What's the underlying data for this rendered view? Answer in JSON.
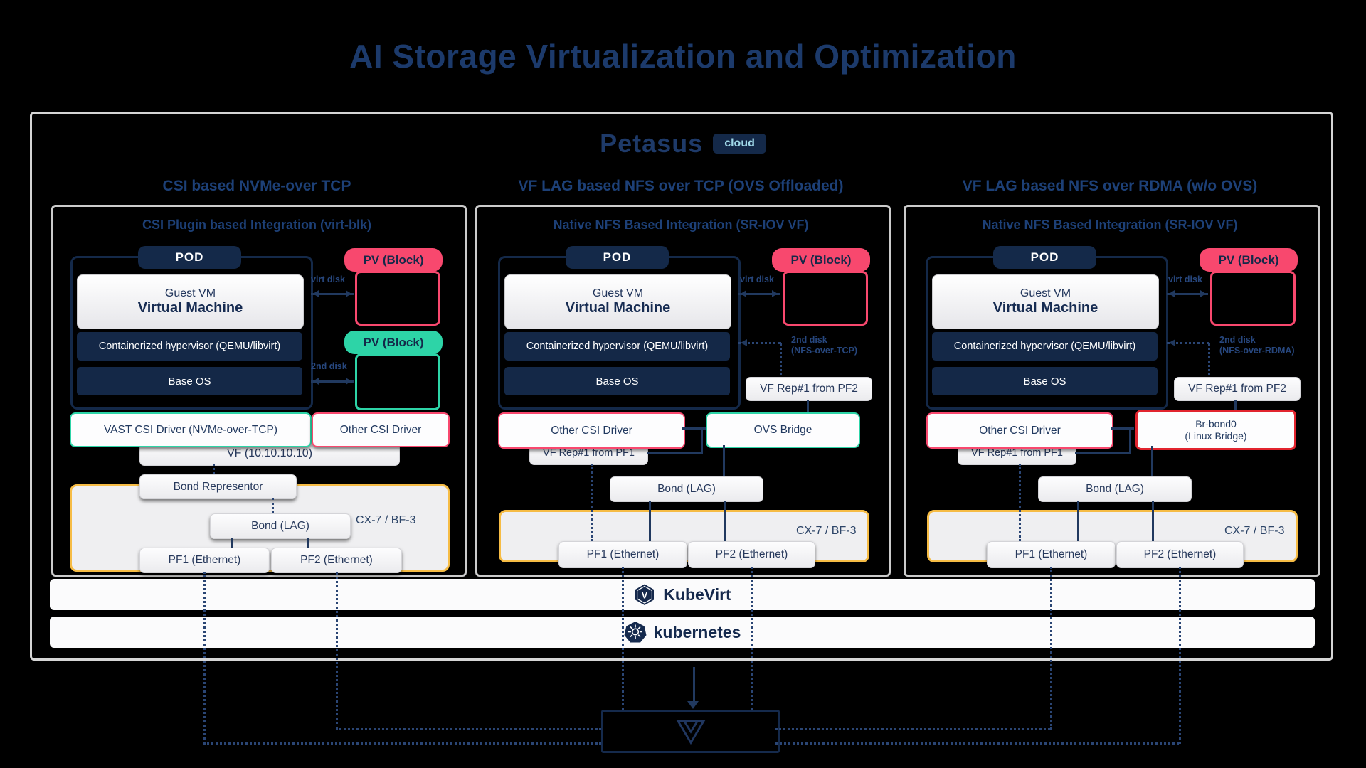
{
  "title": "AI Storage Virtualization and Optimization",
  "platform": {
    "name": "Petasus",
    "badge": "cloud"
  },
  "columns": [
    {
      "header": "CSI based NVMe-over TCP",
      "subheader": "CSI Plugin based Integration (virt-blk)",
      "pod": {
        "badge": "POD",
        "guest": "Guest VM",
        "vm": "Virtual Machine",
        "hypervisor": "Containerized hypervisor (QEMU/libvirt)",
        "base_os": "Base OS"
      },
      "pv_top": "PV (Block)",
      "pv_bottom": "PV (Block)",
      "ann_top": "virt disk",
      "ann_bottom": "2nd disk",
      "csi_main": "VAST CSI Driver (NVMe-over-TCP)",
      "csi_other": "Other CSI Driver",
      "vf": "VF (10.10.10.10)",
      "bond_rep": "Bond Representor",
      "bond": "Bond (LAG)",
      "pf1": "PF1 (Ethernet)",
      "pf2": "PF2 (Ethernet)",
      "nic": "CX-7 / BF-3"
    },
    {
      "header": "VF LAG based NFS over TCP (OVS Offloaded)",
      "subheader": "Native NFS Based Integration (SR-IOV VF)",
      "pod": {
        "badge": "POD",
        "guest": "Guest VM",
        "vm": "Virtual Machine",
        "hypervisor": "Containerized hypervisor (QEMU/libvirt)",
        "base_os": "Base OS"
      },
      "pv_top": "PV (Block)",
      "ann_top": "virt disk",
      "ann_bottom_1": "2nd disk",
      "ann_bottom_2": "(NFS-over-TCP)",
      "vf_rep_pf2": "VF Rep#1 from PF2",
      "csi_other": "Other CSI Driver",
      "bridge": "OVS Bridge",
      "vf_rep_pf1": "VF Rep#1 from PF1",
      "bond": "Bond (LAG)",
      "pf1": "PF1 (Ethernet)",
      "pf2": "PF2 (Ethernet)",
      "nic": "CX-7 / BF-3"
    },
    {
      "header": "VF LAG based NFS over RDMA (w/o OVS)",
      "subheader": "Native NFS Based Integration (SR-IOV VF)",
      "pod": {
        "badge": "POD",
        "guest": "Guest VM",
        "vm": "Virtual Machine",
        "hypervisor": "Containerized hypervisor (QEMU/libvirt)",
        "base_os": "Base OS"
      },
      "pv_top": "PV (Block)",
      "ann_top": "virt disk",
      "ann_bottom_1": "2nd disk",
      "ann_bottom_2": "(NFS-over-RDMA)",
      "vf_rep_pf2": "VF Rep#1 from PF2",
      "csi_other": "Other CSI Driver",
      "bridge_1": "Br-bond0",
      "bridge_2": "(Linux Bridge)",
      "vf_rep_pf1": "VF Rep#1 from PF1",
      "bond": "Bond (LAG)",
      "pf1": "PF1 (Ethernet)",
      "pf2": "PF2 (Ethernet)",
      "nic": "CX-7 / BF-3"
    }
  ],
  "layers": {
    "kubevirt": "KubeVirt",
    "kubernetes": "kubernetes"
  },
  "icons": {
    "kubevirt_logo": "kubevirt-hexagon-icon",
    "kubernetes_logo": "kubernetes-helm-icon",
    "storage_logo": "vast-data-logo-icon"
  },
  "colors": {
    "pink": "#f8486e",
    "teal": "#2dd4a7",
    "yellow": "#f6bc45",
    "red": "#e2242e",
    "navy": "#152a4c",
    "blue_text": "#1d4077"
  }
}
